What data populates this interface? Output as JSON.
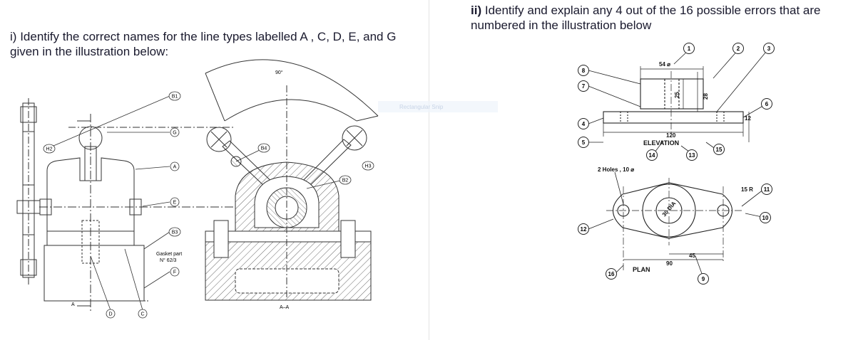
{
  "questions": {
    "q1": {
      "number": "i)",
      "text": "Identify the correct names for the line types labelled A , C, D, E, and G given in the illustration below:"
    },
    "q2": {
      "number": "ii)",
      "text": "Identify and explain any 4 out of the 16 possible errors that are numbered in the illustration below"
    }
  },
  "left_drawing": {
    "callouts": [
      "B1",
      "G",
      "A",
      "E",
      "B3",
      "F",
      "D",
      "C",
      "H2",
      "B4",
      "B2",
      "H3"
    ],
    "section_letter": "A",
    "angle_label": "90°",
    "gasket_note_line1": "Gasket part",
    "gasket_note_line2": "N° 62/3",
    "section_label": "A–A",
    "watermark": "Rectangular Snip"
  },
  "right_drawing": {
    "numbers": [
      "1",
      "2",
      "3",
      "4",
      "5",
      "6",
      "7",
      "8",
      "9",
      "10",
      "11",
      "12",
      "13",
      "14",
      "15",
      "16"
    ],
    "dims": {
      "top_diameter": "54 ⌀",
      "height_25": "25",
      "height_28": "28",
      "base_12": "12",
      "width_120": "120",
      "holes_note": "2 Holes , 10 ⌀",
      "dia_30": "30 DIA",
      "radius_15": "15 R",
      "len_45": "45",
      "len_90": "90"
    },
    "elevation_label": "ELEVATION",
    "plan_label": "PLAN"
  }
}
